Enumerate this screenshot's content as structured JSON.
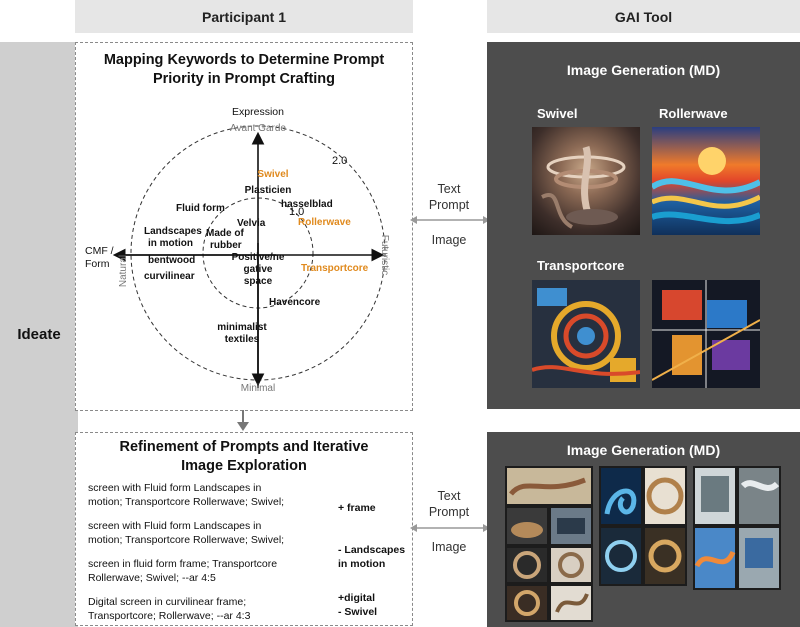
{
  "headers": {
    "participant": "Participant 1",
    "tool": "GAI Tool"
  },
  "stage": "Ideate",
  "mapping": {
    "title_line1": "Mapping Keywords to Determine Prompt",
    "title_line2": "Priority in Prompt Crafting",
    "axis_top_name": "Expression",
    "axis_top_sub": "Avant Garde",
    "axis_bottom": "Minimal",
    "axis_left_name": "CMF /",
    "axis_left_name2": "Form",
    "axis_left_sub": "Natural",
    "axis_right_sub": "Futuristic",
    "ring_outer": "2.0",
    "ring_inner": "1.0",
    "keywords": [
      {
        "text": "Swivel",
        "color": "#e08a1e"
      },
      {
        "text": "Plasticien",
        "color": "#111111"
      },
      {
        "text": "hasselblad",
        "color": "#111111"
      },
      {
        "text": "Fluid form",
        "color": "#111111"
      },
      {
        "text": "Velvia",
        "color": "#111111"
      },
      {
        "text": "Rollerwave",
        "color": "#e08a1e"
      },
      {
        "text": "Landscapes",
        "color": "#111111"
      },
      {
        "text": "in motion",
        "color": "#111111"
      },
      {
        "text": "Made of",
        "color": "#111111"
      },
      {
        "text": "rubber",
        "color": "#111111"
      },
      {
        "text": "bentwood",
        "color": "#111111"
      },
      {
        "text": "Positive/ne",
        "color": "#111111"
      },
      {
        "text": "gative",
        "color": "#111111"
      },
      {
        "text": "space",
        "color": "#111111"
      },
      {
        "text": "Transportcore",
        "color": "#e08a1e"
      },
      {
        "text": "curvilinear",
        "color": "#111111"
      },
      {
        "text": "Havencore",
        "color": "#111111"
      },
      {
        "text": "minimalist",
        "color": "#111111"
      },
      {
        "text": "textiles",
        "color": "#111111"
      }
    ]
  },
  "generation1": {
    "title": "Image Generation (MD)",
    "labels": [
      "Swivel",
      "Rollerwave",
      "Transportcore"
    ]
  },
  "generation2": {
    "title": "Image Generation (MD)"
  },
  "exchange": {
    "text_prompt_line1": "Text",
    "text_prompt_line2": "Prompt",
    "image": "Image"
  },
  "refinement": {
    "title_line1": "Refinement of Prompts and Iterative",
    "title_line2": "Image Exploration",
    "prompts": [
      {
        "line1": "screen with Fluid form Landscapes in",
        "line2": "motion; Transportcore Rollerwave; Swivel;"
      },
      {
        "line1": "screen with Fluid form Landscapes in",
        "line2": "motion; Transportcore Rollerwave; Swivel;"
      },
      {
        "line1": "screen in fluid form frame; Transportcore",
        "line2": "Rollerwave; Swivel; --ar 4:5"
      },
      {
        "line1": "Digital screen in curvilinear frame;",
        "line2": "Transportcore; Rollerwave; --ar 4:3"
      }
    ],
    "changes": [
      {
        "line1": "+ frame",
        "line2": ""
      },
      {
        "line1": "- Landscapes",
        "line2": "in motion"
      },
      {
        "line1": "+digital",
        "line2": "- Swivel"
      }
    ]
  },
  "colors": {
    "accent_orange": "#e08a1e",
    "dark_panel": "#4d4d4d",
    "header_gray": "#e6e6e6",
    "ideate_gray": "#cfcfcf"
  }
}
